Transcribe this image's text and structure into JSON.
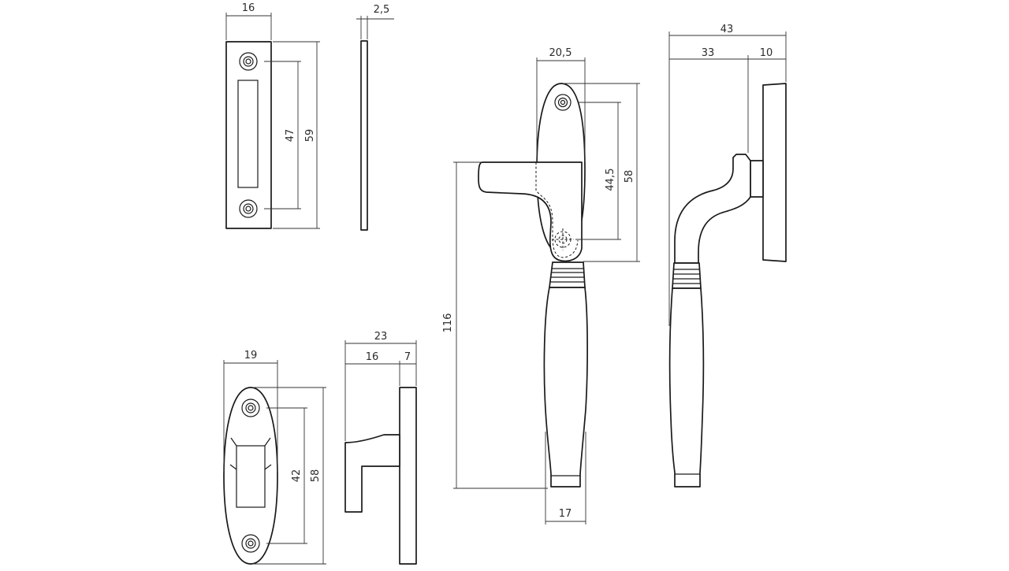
{
  "drawing": {
    "strike_plate_front": {
      "width": "16",
      "hole_spacing": "47",
      "height": "59"
    },
    "strike_plate_side": {
      "thickness": "2,5"
    },
    "handle_front": {
      "rose_width": "20,5",
      "hole_spacing": "44,5",
      "rose_height": "58",
      "overall_length": "116",
      "grip_width": "17"
    },
    "handle_side": {
      "overall_depth": "43",
      "projection": "33",
      "rose_depth": "10"
    },
    "keeper_front": {
      "width": "19",
      "hole_spacing": "42",
      "height": "58"
    },
    "keeper_side": {
      "overall_depth": "23",
      "projection": "16",
      "rose_depth": "7"
    }
  }
}
